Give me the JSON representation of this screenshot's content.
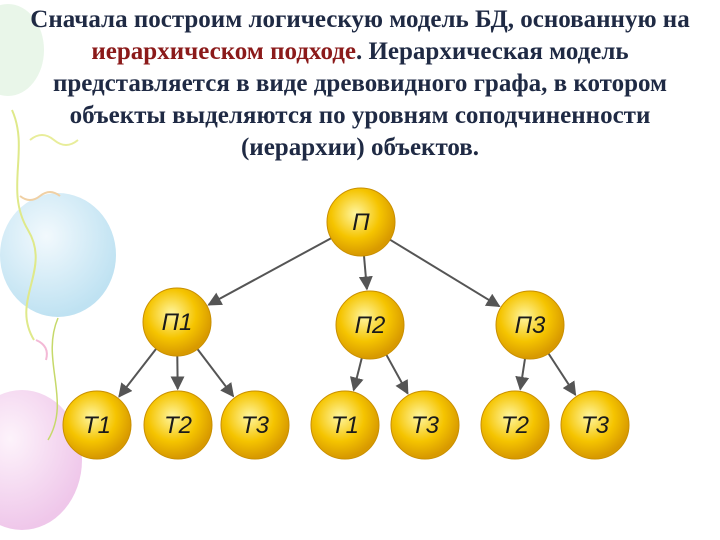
{
  "intro": {
    "part1": "Сначала построим логическую модель БД, основанную на ",
    "highlight": "иерархическом подходе",
    "part2": ". Иерархическая модель представляется в виде древовидного графа, в котором объекты выделяются по уровням соподчиненности (иерархии) объектов."
  },
  "colors": {
    "node_fill": "#f5c400",
    "node_center": "#fff6a0",
    "edge": "#555555",
    "highlight": "#8b1a1a"
  },
  "tree": {
    "root": {
      "id": "root",
      "label": "П"
    },
    "level1": [
      {
        "id": "p1",
        "label": "П1"
      },
      {
        "id": "p2",
        "label": "П2"
      },
      {
        "id": "p3",
        "label": "П3"
      }
    ],
    "level2": [
      {
        "id": "p1-t1",
        "parent": "p1",
        "label": "Т1"
      },
      {
        "id": "p1-t2",
        "parent": "p1",
        "label": "Т2"
      },
      {
        "id": "p1-t3",
        "parent": "p1",
        "label": "Т3"
      },
      {
        "id": "p2-t1",
        "parent": "p2",
        "label": "Т1"
      },
      {
        "id": "p2-t3",
        "parent": "p2",
        "label": "Т3"
      },
      {
        "id": "p3-t2",
        "parent": "p3",
        "label": "Т2"
      },
      {
        "id": "p3-t3",
        "parent": "p3",
        "label": "Т3"
      }
    ]
  }
}
